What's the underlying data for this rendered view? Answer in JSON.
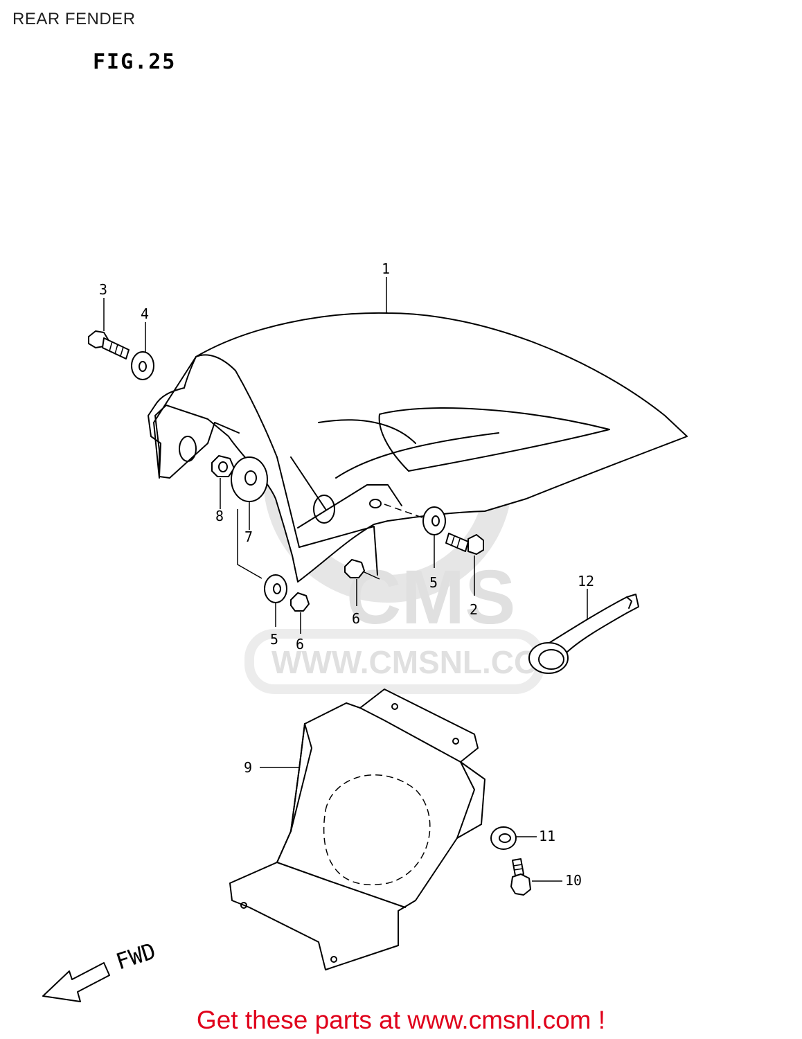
{
  "header": {
    "title": "REAR FENDER"
  },
  "figure": {
    "label": "FIG.25"
  },
  "watermark": {
    "site": "WWW.CMSNL.CO",
    "brand": "CMS"
  },
  "direction": {
    "label": "FWD"
  },
  "callouts": {
    "c1": "1",
    "c2": "2",
    "c3": "3",
    "c4": "4",
    "c5a": "5",
    "c5b": "5",
    "c6a": "6",
    "c6b": "6",
    "c7": "7",
    "c8": "8",
    "c9": "9",
    "c10": "10",
    "c11": "11",
    "c12": "12"
  },
  "footer": {
    "ad_text": "Get these parts at www.cmsnl.com !",
    "ad_color": "#e0001a"
  }
}
